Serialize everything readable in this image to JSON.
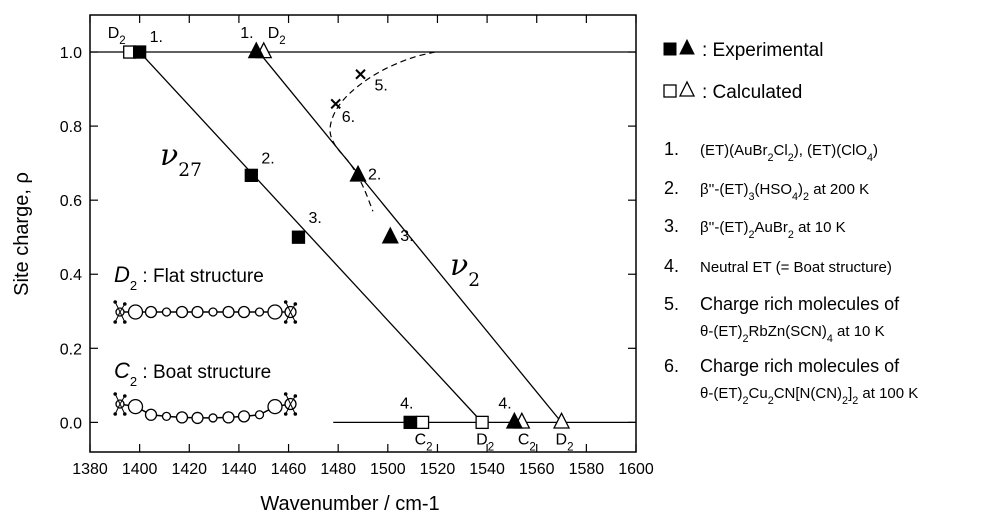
{
  "chart_data": {
    "type": "scatter",
    "xlabel": "Wavenumber / cm-1",
    "ylabel": "Site charge, ρ",
    "xlim": [
      1380,
      1600
    ],
    "ylim": [
      -0.08,
      1.1
    ],
    "x_ticks": [
      "1380",
      "1400",
      "1420",
      "1440",
      "1460",
      "1480",
      "1500",
      "1520",
      "1540",
      "1560",
      "1580",
      "1600"
    ],
    "y_ticks": [
      "0.0",
      "0.2",
      "0.4",
      "0.6",
      "0.8",
      "1.0"
    ],
    "grid": false,
    "legend_placement": "right",
    "legend": {
      "experimental_label": ": Experimental",
      "calculated_label": ": Calculated"
    },
    "reference_lines": [
      {
        "y": 1.0,
        "x_start": 1380,
        "x_end": 1600
      },
      {
        "y": 0.0,
        "x_start": 1478,
        "x_end": 1600
      }
    ],
    "series": [
      {
        "name": "ν27",
        "marker": "square",
        "line": {
          "x": [
            1400,
            1538
          ],
          "y": [
            1.0,
            0.0
          ]
        },
        "experimental": [
          {
            "x": 1400,
            "y": 1.0,
            "label": "1."
          },
          {
            "x": 1445,
            "y": 0.667,
            "label": "2."
          },
          {
            "x": 1464,
            "y": 0.5,
            "label": "3."
          },
          {
            "x": 1509,
            "y": 0.0,
            "label": "4."
          }
        ],
        "calculated": [
          {
            "x": 1396,
            "y": 1.0,
            "label": "D2"
          },
          {
            "x": 1514,
            "y": 0.0,
            "label": "C2"
          },
          {
            "x": 1538,
            "y": 0.0,
            "label": "D2"
          }
        ]
      },
      {
        "name": "ν2",
        "marker": "triangle",
        "line": {
          "x": [
            1448,
            1570
          ],
          "y": [
            1.0,
            0.0
          ]
        },
        "experimental": [
          {
            "x": 1447,
            "y": 1.0,
            "label": "1."
          },
          {
            "x": 1488,
            "y": 0.667,
            "label": "2."
          },
          {
            "x": 1501,
            "y": 0.5,
            "label": "3."
          },
          {
            "x": 1551,
            "y": 0.0,
            "label": "4."
          }
        ],
        "calculated": [
          {
            "x": 1450,
            "y": 1.0,
            "label": "D2"
          },
          {
            "x": 1554,
            "y": 0.0,
            "label": "C2"
          },
          {
            "x": 1570,
            "y": 0.0,
            "label": "D2"
          }
        ]
      },
      {
        "name": "charge rich molecules",
        "marker": "x",
        "points": [
          {
            "x": 1489,
            "y": 0.94,
            "label": "5."
          },
          {
            "x": 1479,
            "y": 0.86,
            "label": "6."
          }
        ],
        "dashed_curve": {
          "x": [
            1519,
            1509,
            1494,
            1481,
            1476,
            1478,
            1485,
            1490,
            1494
          ],
          "y": [
            1.0,
            0.985,
            0.94,
            0.87,
            0.8,
            0.75,
            0.7,
            0.64,
            0.57
          ]
        }
      }
    ],
    "entries": [
      {
        "num": "1.",
        "text": "(ET)(AuBr2Cl2), (ET)(ClO4)"
      },
      {
        "num": "2.",
        "text": "β''-(ET)3(HSO4)2 at 200 K"
      },
      {
        "num": "3.",
        "text": "β''-(ET)2AuBr2 at 10 K"
      },
      {
        "num": "4.",
        "text": "Neutral ET (= Boat structure)"
      },
      {
        "num": "5.",
        "text": "Charge rich molecules of",
        "text2": "θ-(ET)2RbZn(SCN)4 at 10 K"
      },
      {
        "num": "6.",
        "text": "Charge rich molecules of",
        "text2": "θ-(ET)2Cu2CN[N(CN)2]2 at 100 K"
      }
    ],
    "structures": [
      {
        "label": "D2 : Flat structure",
        "shape": "flat"
      },
      {
        "label": "C2 : Boat structure",
        "shape": "boat"
      }
    ]
  }
}
